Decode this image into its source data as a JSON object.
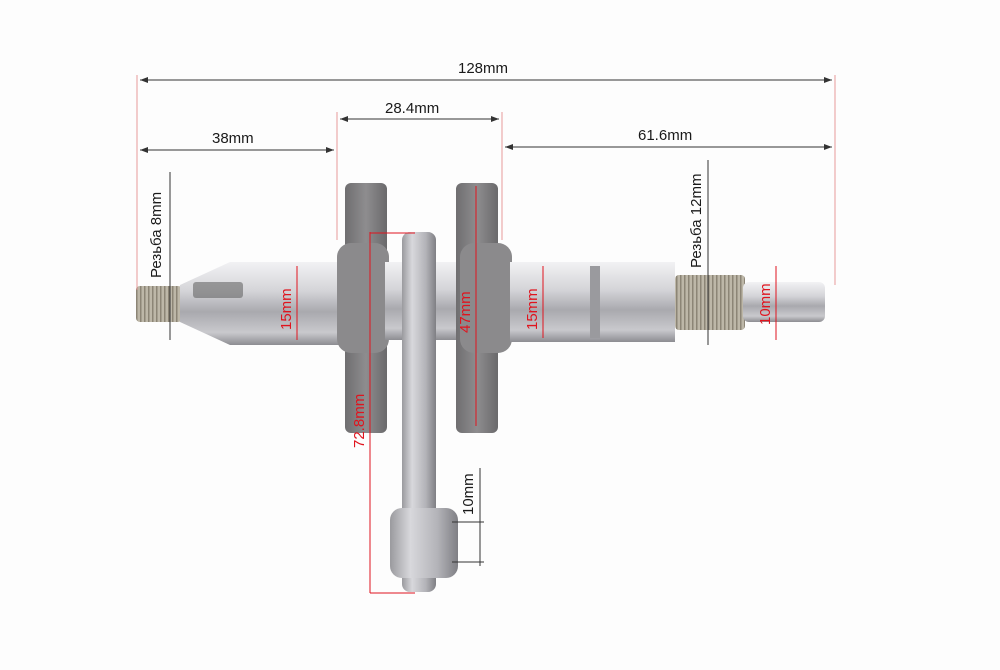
{
  "image": {
    "subject": "crankshaft with connecting rod",
    "background": "#fdfdfd"
  },
  "dimensions": {
    "overall_length": "128mm",
    "crank_width": "28.4mm",
    "left_shaft_length": "38mm",
    "right_shaft_length": "61.6mm",
    "left_thread": "Резьба 8mm",
    "right_thread": "Резьба 12mm",
    "left_journal_diameter": "15mm",
    "right_journal_diameter": "15mm",
    "web_height": "47mm",
    "end_diameter": "10mm",
    "rod_length": "72.8mm",
    "small_end_diameter": "10mm"
  },
  "colors": {
    "dimension_black": "#1a1a1a",
    "dimension_red": "#e0141e",
    "extension_line": "#e08080",
    "steel_light": "#d9d9dc",
    "steel_dark": "#8a8a8e",
    "web_gray": "#7d7c7e"
  }
}
